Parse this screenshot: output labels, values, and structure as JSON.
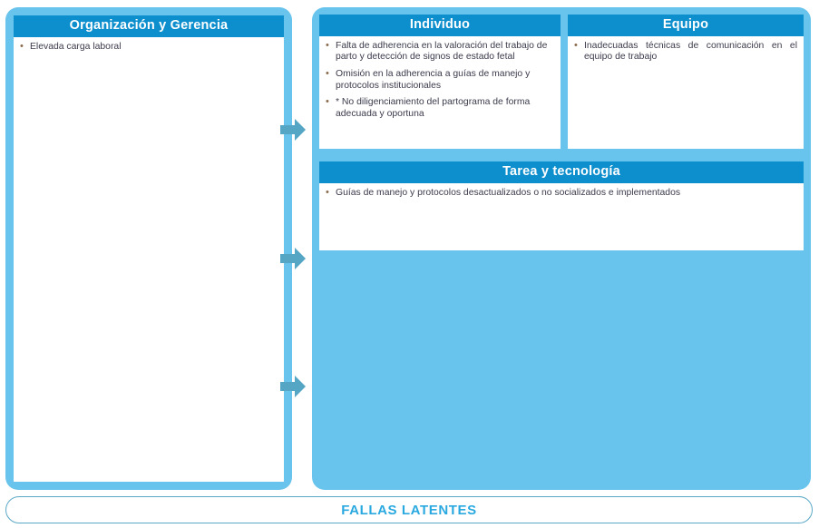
{
  "diagram": {
    "title": "Fallas latentes - Organizacion y Gerencia / Individuo / Equipo / Tarea y tecnologia",
    "colors": {
      "header_blue": "#0d8ecd",
      "panel_light_blue": "#68c4ec",
      "arrow_blue": "#55a5c4",
      "banner_text_blue": "#2aa9e0",
      "body_text": "#3b3b4c",
      "bullet_marker": "#8a6a4a",
      "card_white": "#ffffff"
    }
  },
  "organizacion": {
    "header": "Organización y Gerencia",
    "items": [
      "Elevada carga laboral"
    ]
  },
  "individuo": {
    "header": "Individuo",
    "items": [
      "Falta de adherencia en la valoración del trabajo de parto y detección de signos de estado fetal",
      "Omisión en la adherencia a guías de manejo y protocolos institucionales",
      "* No diligenciamiento del partograma de forma adecuada y oportuna"
    ]
  },
  "equipo": {
    "header": "Equipo",
    "items": [
      "Inadecuadas técnicas de comunicación en el equipo de trabajo"
    ]
  },
  "tarea": {
    "header": "Tarea y tecnología",
    "items": [
      "Guías de manejo y protocolos desactualizados o no socializados e implementados"
    ]
  },
  "arrows": [
    {
      "name": "arrow-org-to-individuo",
      "direction": "right"
    },
    {
      "name": "arrow-org-to-tarea",
      "direction": "right"
    },
    {
      "name": "arrow-org-to-bottom",
      "direction": "right"
    }
  ],
  "banner": {
    "label": "FALLAS LATENTES"
  }
}
